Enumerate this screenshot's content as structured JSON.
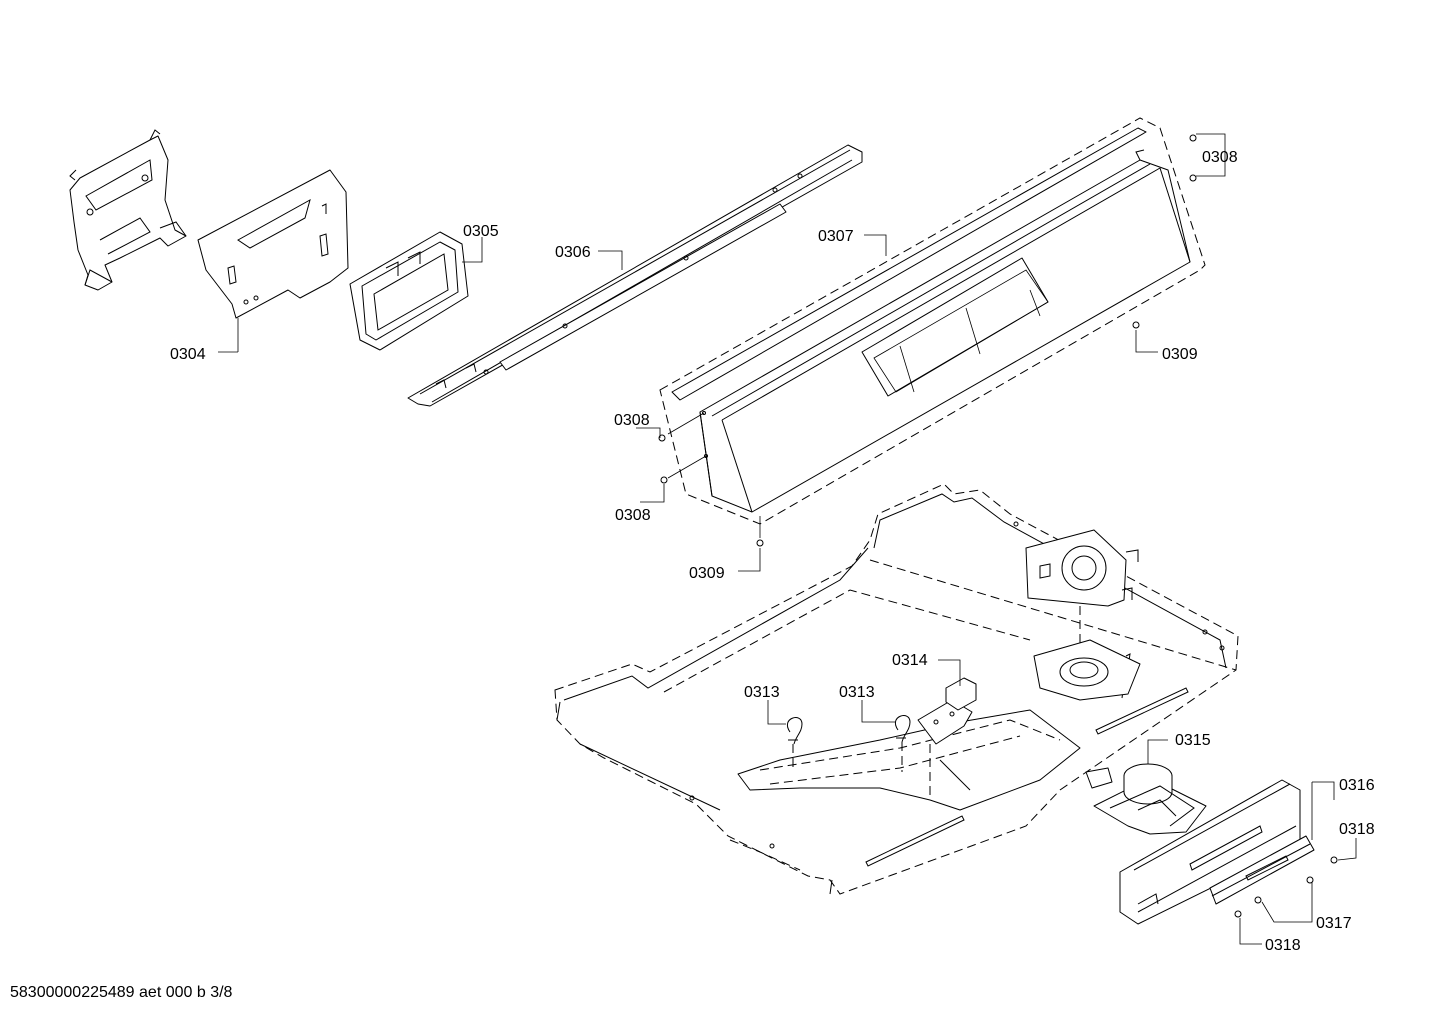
{
  "diagram": {
    "labels": {
      "p0304": "0304",
      "p0305": "0305",
      "p0306": "0306",
      "p0307": "0307",
      "p0308a": "0308",
      "p0308b": "0308",
      "p0308c": "0308",
      "p0309a": "0309",
      "p0309b": "0309",
      "p0313a": "0313",
      "p0313b": "0313",
      "p0314": "0314",
      "p0315": "0315",
      "p0316": "0316",
      "p0317": "0317",
      "p0318a": "0318",
      "p0318b": "0318"
    },
    "footer": "58300000225489 aet 000 b 3/8"
  }
}
